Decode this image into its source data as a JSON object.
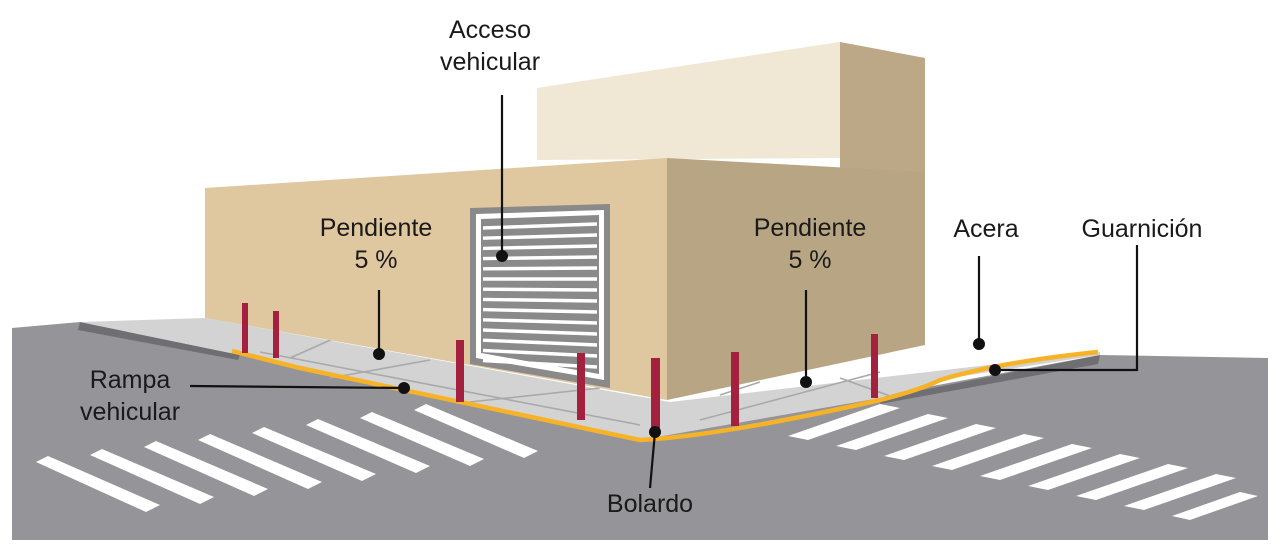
{
  "colors": {
    "road": "#949499",
    "sidewalk": "#d3d3d3",
    "curb": "#f6b328",
    "bollard": "#a3203f",
    "wall_front": "#dfc79f",
    "wall_side": "#b8a583",
    "upper_front": "#f1e7d5",
    "upper_side": "#bca886",
    "door_frame": "#8a8a8a",
    "zebra": "#ffffff"
  },
  "labels": {
    "acceso_line1": "Acceso",
    "acceso_line2": "vehicular",
    "pendiente_left_line1": "Pendiente",
    "pendiente_left_line2": "5 %",
    "pendiente_right_line1": "Pendiente",
    "pendiente_right_line2": "5 %",
    "acera": "Acera",
    "guarnicion": "Guarnición",
    "rampa_line1": "Rampa",
    "rampa_line2": "vehicular",
    "bolardo": "Bolardo"
  }
}
